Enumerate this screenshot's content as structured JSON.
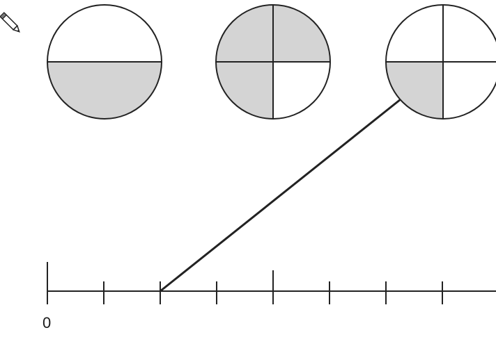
{
  "pencil_icon": "pencil-icon",
  "colors": {
    "shaded": "#d4d4d4",
    "stroke": "#222222",
    "background": "#ffffff"
  },
  "fraction_models": [
    {
      "name": "circle-halves",
      "parts": 2,
      "shaded": 1
    },
    {
      "name": "circle-quarters-three-shaded",
      "parts": 4,
      "shaded": 3
    },
    {
      "name": "circle-quarters-one-shaded",
      "parts": 4,
      "shaded": 1
    }
  ],
  "number_line": {
    "start_label": "0",
    "tick_count": 8,
    "major_tick_indices": [
      0,
      4
    ]
  },
  "connector": {
    "from_model_index": 2,
    "to_tick_index": 2
  }
}
